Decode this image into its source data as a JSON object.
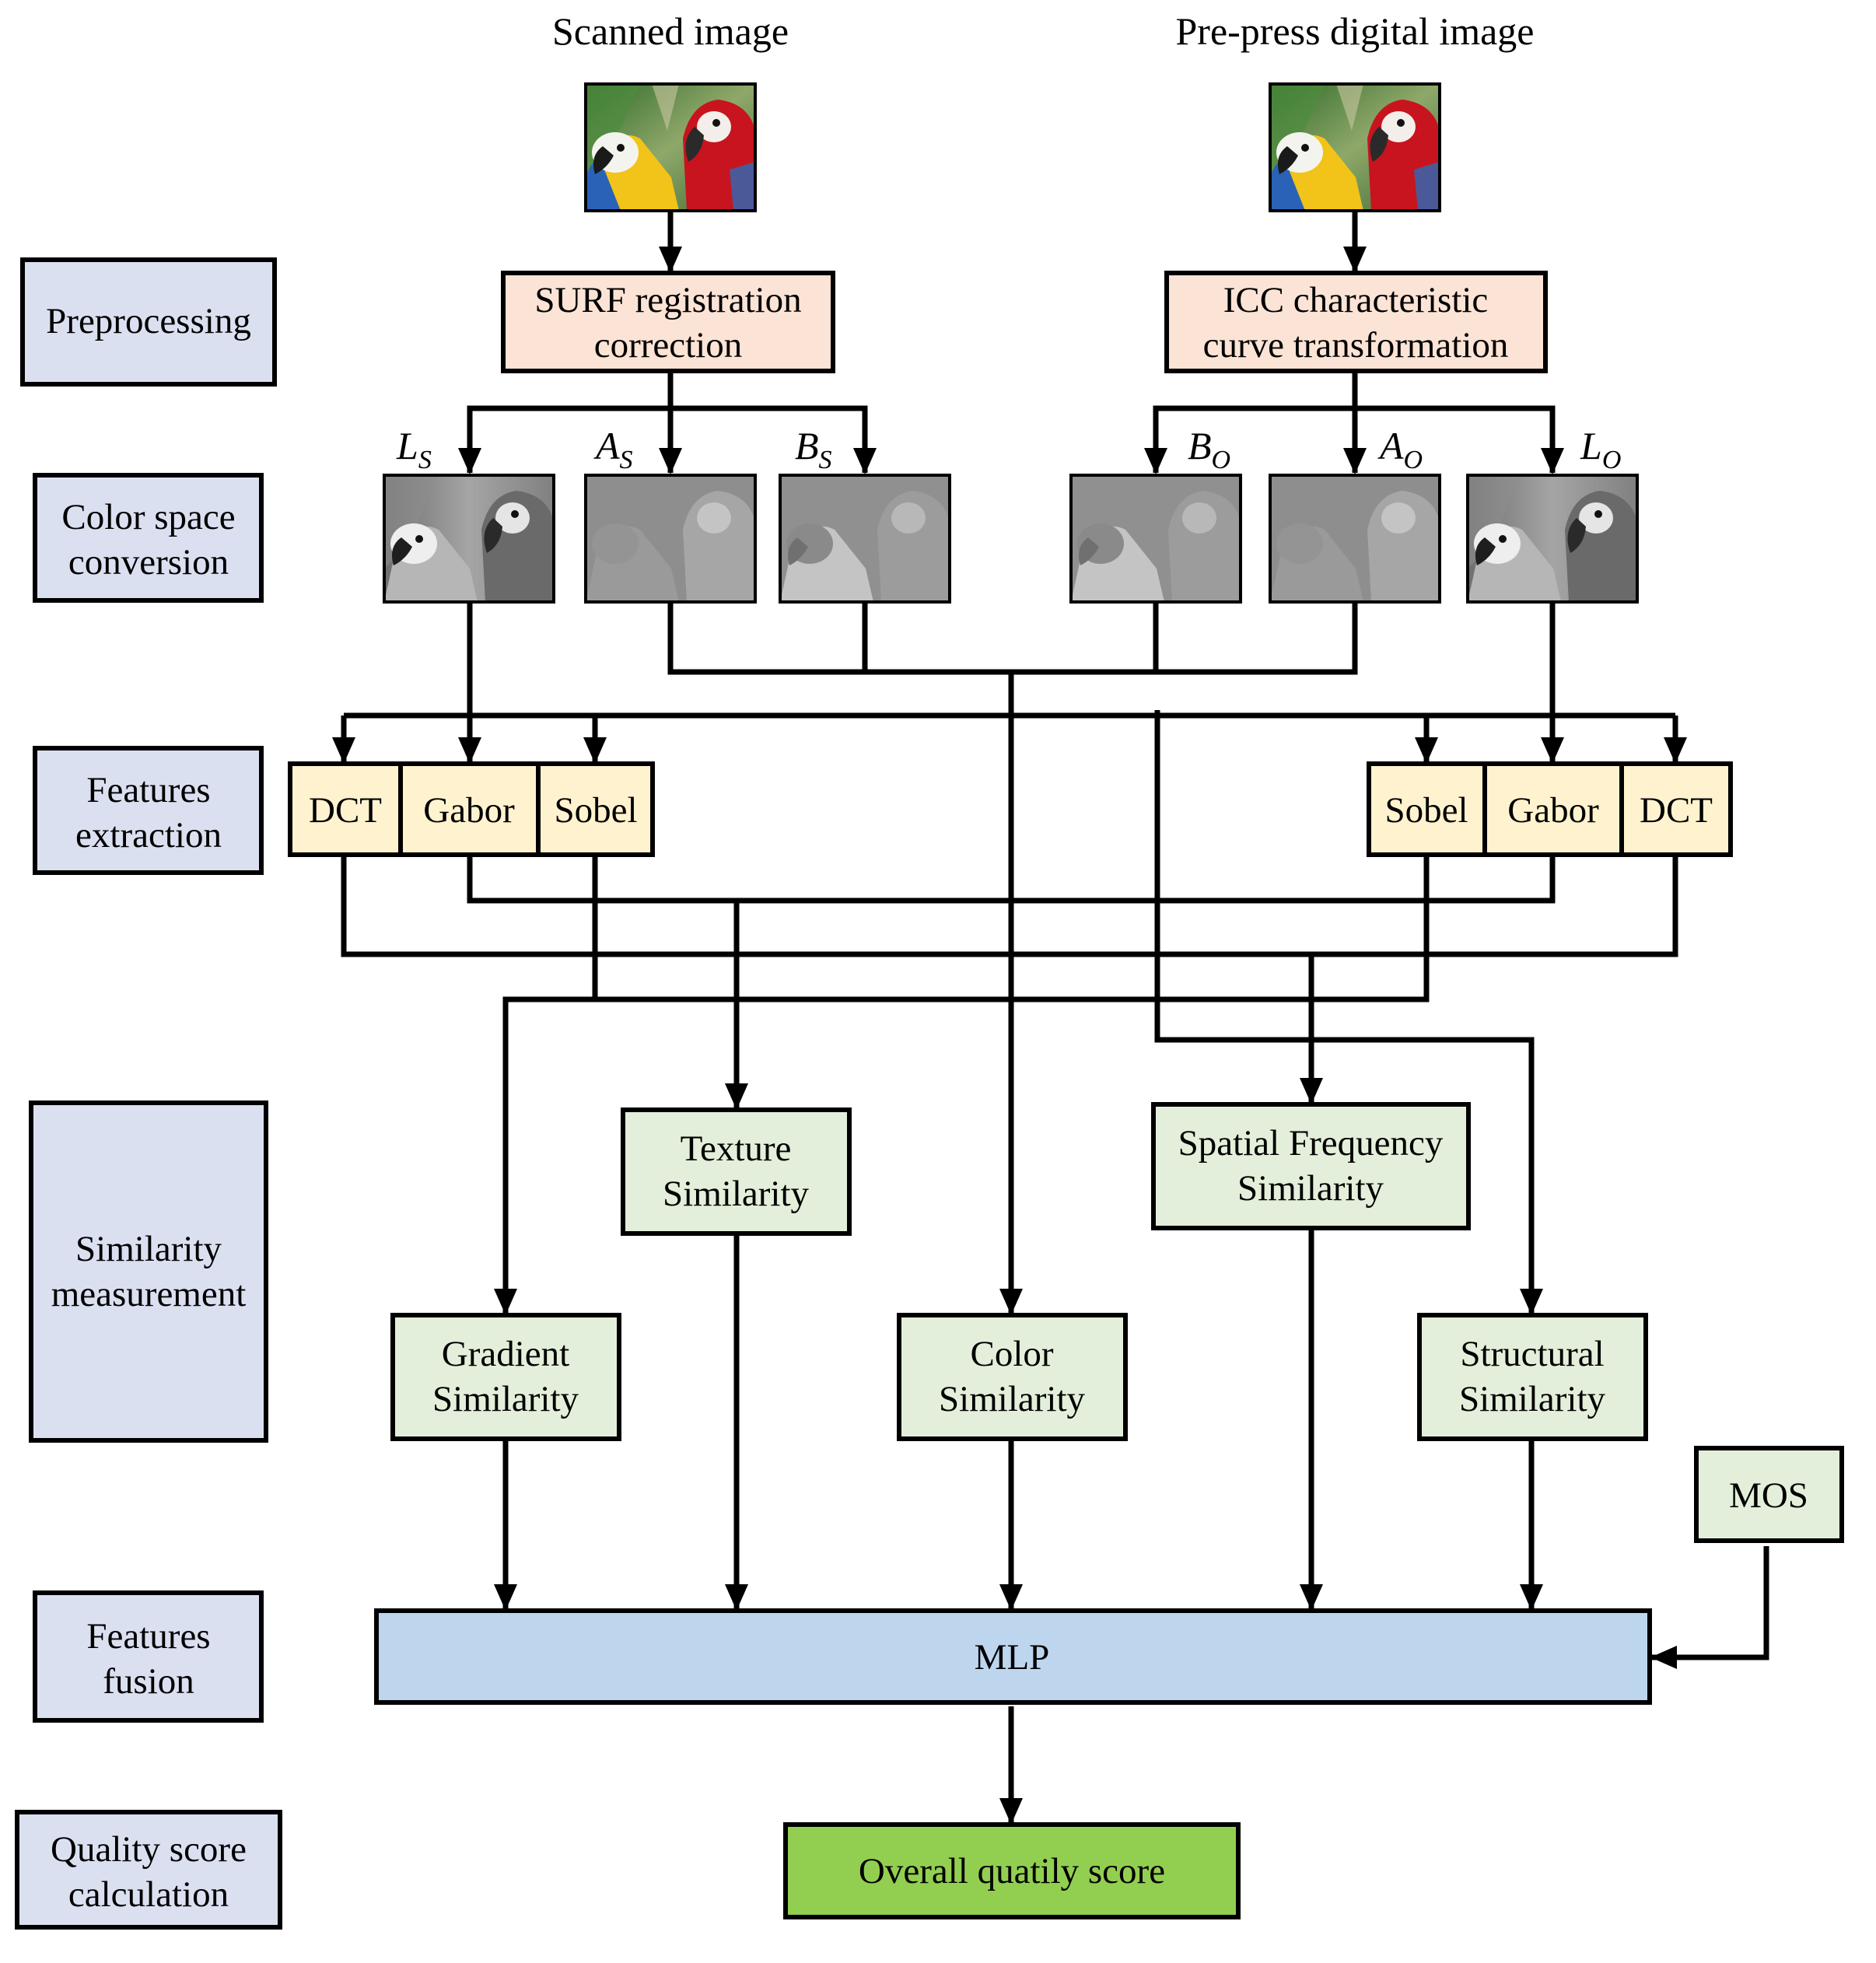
{
  "titles": {
    "scanned": "Scanned image",
    "prepress": "Pre-press digital image"
  },
  "stages": [
    "Preprocessing",
    "Color space\nconversion",
    "Features\nextraction",
    "Similarity\nmeasurement",
    "Features\nfusion",
    "Quality score\ncalculation"
  ],
  "preprocess": {
    "left": "SURF registration\ncorrection",
    "right": "ICC characteristic\ncurve transformation"
  },
  "channels": {
    "ls": {
      "main": "L",
      "sub": "S"
    },
    "as": {
      "main": "A",
      "sub": "S"
    },
    "bs": {
      "main": "B",
      "sub": "S"
    },
    "bo": {
      "main": "B",
      "sub": "O"
    },
    "ao": {
      "main": "A",
      "sub": "O"
    },
    "lo": {
      "main": "L",
      "sub": "O"
    }
  },
  "features": {
    "dct": "DCT",
    "gabor": "Gabor",
    "sobel": "Sobel"
  },
  "similarities": {
    "texture": "Texture\nSimilarity",
    "spatial": "Spatial Frequency\nSimilarity",
    "gradient": "Gradient\nSimilarity",
    "color": "Color\nSimilarity",
    "structural": "Structural\nSimilarity"
  },
  "mos": "MOS",
  "mlp": "MLP",
  "output": "Overall quatily score",
  "colors": {
    "stage_fill": "#dbe0f1",
    "preprocess_fill": "#fbe3d5",
    "feature_fill": "#fff3cf",
    "similarity_fill": "#e3efda",
    "mlp_fill": "#bdd6ee",
    "output_fill": "#92cf50"
  }
}
